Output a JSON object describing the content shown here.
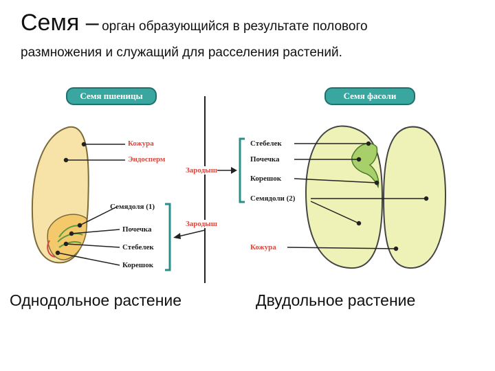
{
  "title": {
    "main": "Семя –",
    "rest_line1": "орган образующийся в результате полового",
    "rest_line2": "размножения и служащий для расселения растений."
  },
  "wheat": {
    "badge": "Семя пшеницы",
    "labels": {
      "kozhura": "Кожура",
      "endosperm": "Эндосперм",
      "zarodysh": "Зародыш",
      "semyadolya": "Семядоля (1)",
      "pochechka": "Почечка",
      "stebelek": "Стебелек",
      "koreshok": "Корешок"
    },
    "caption": "Однодольное растение"
  },
  "bean": {
    "badge": "Семя фасоли",
    "labels": {
      "stebelek": "Стебелек",
      "pochechka": "Почечка",
      "koreshok": "Корешок",
      "semyadoli": "Семядоли (2)",
      "kozhura": "Кожура"
    },
    "caption": "Двудольное растение"
  },
  "colors": {
    "badge_fill": "#3aa6a0",
    "bracket": "#2a8f8a",
    "label_red": "#d9473f",
    "wheat_seed": "#f7e3a8",
    "bean_seed": "#eef2b6"
  }
}
